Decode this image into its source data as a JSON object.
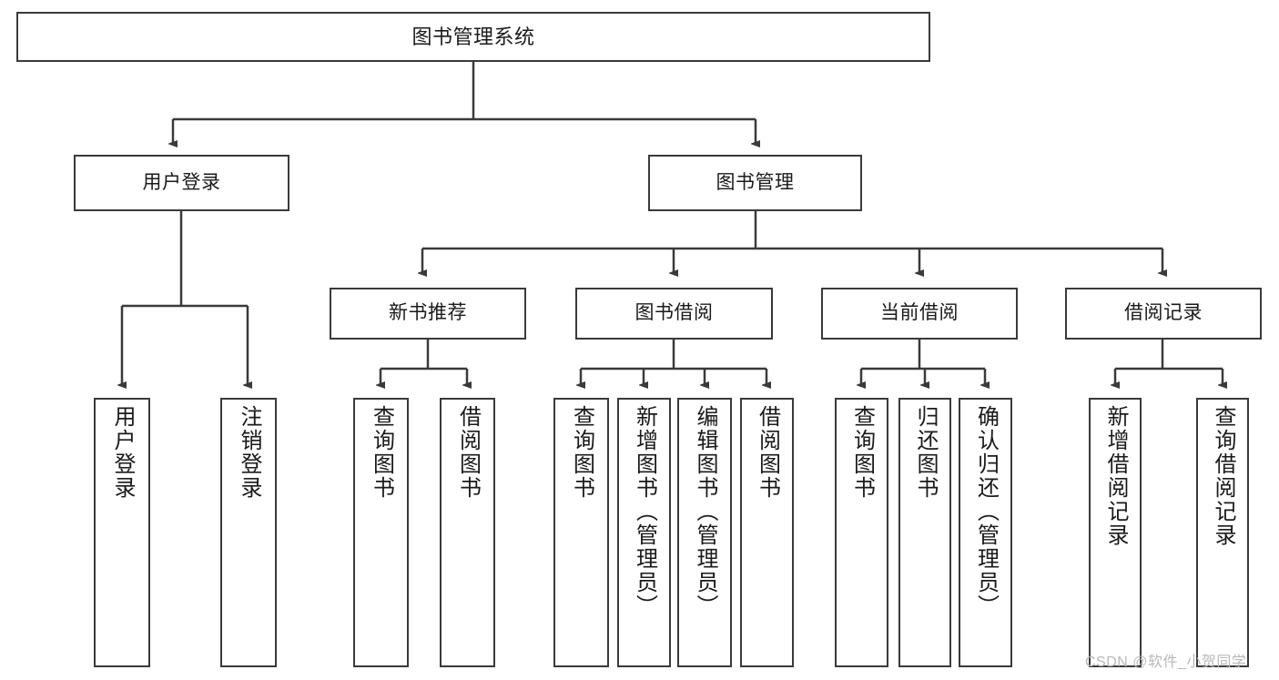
{
  "diagram": {
    "title": "图书管理系统",
    "type": "tree-hierarchy-diagram",
    "watermark": "CSDN @软件_小贺同学",
    "colors": {
      "stroke": "#3a3a3a",
      "fill": "#ffffff",
      "text": "#1a1a1a",
      "watermark": "#b9b9b9"
    },
    "nodes": {
      "root": {
        "label": "图书管理系统"
      },
      "level2": [
        {
          "label": "用户登录"
        },
        {
          "label": "图书管理"
        }
      ],
      "level3": [
        {
          "label": "新书推荐"
        },
        {
          "label": "图书借阅"
        },
        {
          "label": "当前借阅"
        },
        {
          "label": "借阅记录"
        }
      ],
      "leaves": {
        "user_login": [
          {
            "label": "用户登录"
          },
          {
            "label": "注销登录"
          }
        ],
        "new_book_recommend": [
          {
            "label": "查询图书"
          },
          {
            "label": "借阅图书"
          }
        ],
        "book_borrow": [
          {
            "label": "查询图书"
          },
          {
            "label": "新增图书（管理员）"
          },
          {
            "label": "编辑图书（管理员）"
          },
          {
            "label": "借阅图书"
          }
        ],
        "current_borrow": [
          {
            "label": "查询图书"
          },
          {
            "label": "归还图书"
          },
          {
            "label": "确认归还（管理员）"
          }
        ],
        "borrow_record": [
          {
            "label": "新增借阅记录"
          },
          {
            "label": "查询借阅记录"
          }
        ]
      }
    }
  }
}
